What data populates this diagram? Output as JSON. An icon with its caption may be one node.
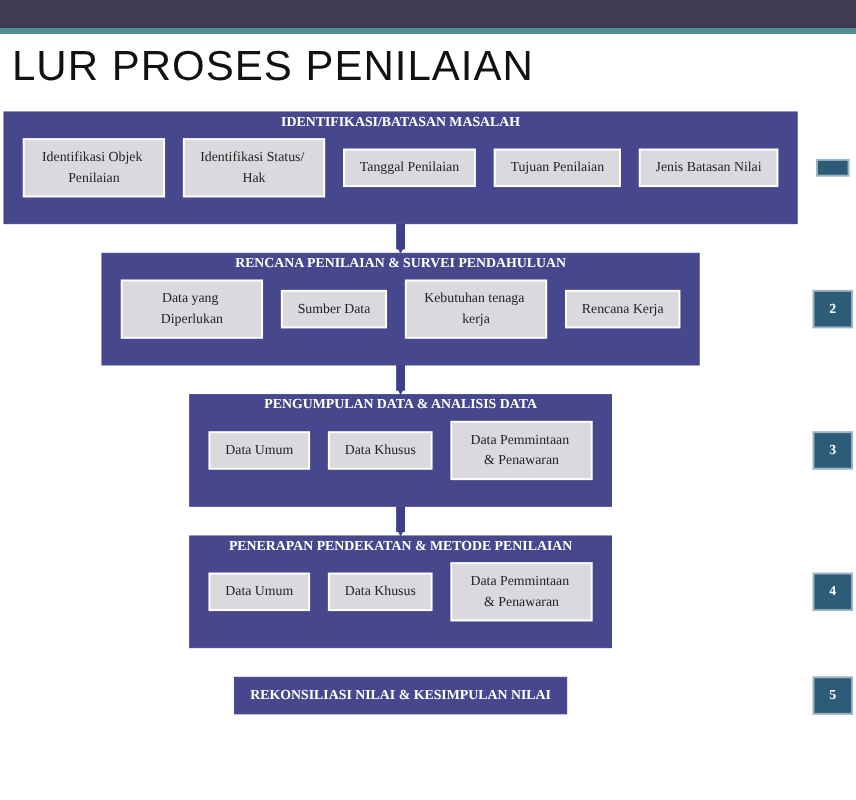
{
  "diagram": {
    "title": "LUR PROSES PENILAIAN",
    "nodes": [
      {
        "text": [],
        "shape": "box"
      },
      {
        "text": [
          "IDENTIFIKASI/BATASAN MASALAH"
        ]
      },
      {
        "text": [
          "Identifikasi Objek Penilaian"
        ],
        "in": 1
      },
      {
        "text": [
          "Identifikasi Status/ Hak"
        ],
        "in": 1
      },
      {
        "text": [
          "Tanggal Penilaian"
        ],
        "in": 1
      },
      {
        "text": [
          "Tujuan Penilaian"
        ],
        "in": 1
      },
      {
        "text": [
          "Jenis Batasan Nilai"
        ],
        "in": 1
      },
      {
        "text": [
          "2"
        ]
      },
      {
        "text": [
          "RENCANA PENILAIAN & SURVEI PENDAHULUAN"
        ]
      },
      {
        "text": [
          "Data yang Diperlukan"
        ],
        "in": 8
      },
      {
        "text": [
          "Sumber Data"
        ],
        "in": 8
      },
      {
        "text": [
          "Kebutuhan tenaga kerja"
        ],
        "in": 8
      },
      {
        "text": [
          "Rencana Kerja"
        ],
        "in": 8
      },
      {
        "text": [
          "3"
        ]
      },
      {
        "text": [
          "PENGUMPULAN DATA & ANALISIS DATA"
        ]
      },
      {
        "text": [
          "Data Umum"
        ],
        "in": 14
      },
      {
        "text": [
          "Data Khusus"
        ],
        "in": 14
      },
      {
        "text": [
          "Data Pemmintaan & Penawaran"
        ],
        "in": 14
      },
      {
        "text": [
          "4"
        ]
      },
      {
        "text": [
          "PENERAPAN PENDEKATAN & METODE PENILAIAN"
        ]
      },
      {
        "text": [
          "Data Umum"
        ],
        "in": 19
      },
      {
        "text": [
          "Data Khusus"
        ],
        "in": 19
      },
      {
        "text": [
          "Data Pemmintaan & Penawaran"
        ],
        "in": 19
      },
      {
        "text": [
          "5"
        ]
      },
      {
        "text": [
          "REKONSILIASI NILAI & KESIMPULAN NILAI"
        ]
      }
    ],
    "edges": [
      {
        "from": 1,
        "to": 8,
        "arrow": "to"
      },
      {
        "from": 8,
        "to": 14,
        "arrow": "to"
      },
      {
        "from": 14,
        "to": 19,
        "arrow": "to"
      }
    ]
  }
}
